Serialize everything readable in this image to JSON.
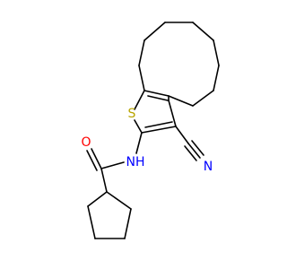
{
  "molecule": {
    "atoms": {
      "sulfur": "S",
      "oxygen": "O",
      "nitrogen_amide": "NH",
      "nitrogen_nitrile": "N"
    },
    "colors": {
      "sulfur": "#b8a500",
      "oxygen": "#ff0000",
      "nitrogen": "#0000ff",
      "bond": "#000000",
      "background": "#ffffff"
    }
  }
}
